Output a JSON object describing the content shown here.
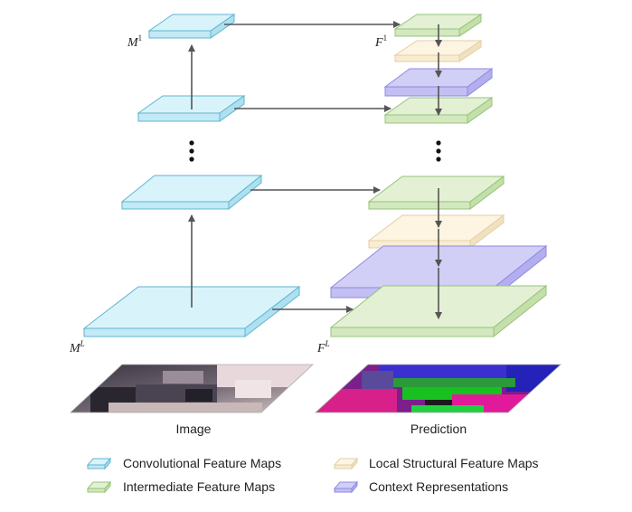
{
  "labels": {
    "m_top": "M",
    "m_top_sup": "1",
    "m_bottom": "M",
    "m_bottom_sup": "L",
    "f_top": "F",
    "f_top_sup": "1",
    "f_bottom": "F",
    "f_bottom_sup": "L",
    "image_caption": "Image",
    "prediction_caption": "Prediction"
  },
  "legend": {
    "conv": "Convolutional Feature Maps",
    "intermediate": "Intermediate Feature Maps",
    "local": "Local Structural Feature Maps",
    "context": "Context Representations"
  },
  "colors": {
    "conv_fill": "#cdeef8",
    "conv_stroke": "#5fb6d0",
    "intermediate_fill": "#ddeecb",
    "intermediate_stroke": "#93c47a",
    "local_fill": "#fcf1dc",
    "local_stroke": "#e2cfa5",
    "context_fill": "#c9c6f4",
    "context_stroke": "#8f8ae0",
    "arrow": "#555555"
  }
}
